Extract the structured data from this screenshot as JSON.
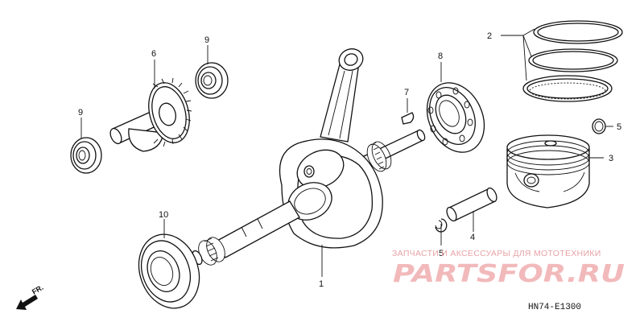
{
  "callouts": {
    "crankshaft": "1",
    "piston_rings": "2",
    "piston": "3",
    "piston_pin": "4",
    "clip_right": "5",
    "clip_bottom": "5",
    "balancer_gear": "6",
    "key": "7",
    "bearing_8": "8",
    "bearing_9_top": "9",
    "bearing_9_left": "9",
    "bearing_10": "10"
  },
  "footer": {
    "diagram_code": "HN74-E1300",
    "direction": "FR."
  },
  "watermark": {
    "text": "ЗАПЧАСТИ И АКСЕССУАРЫ ДЛЯ МОТОТЕХНИКИ",
    "logo": "PARTSFOR.RU"
  },
  "colors": {
    "line": "#111111",
    "watermark": "#f2b9bb"
  }
}
